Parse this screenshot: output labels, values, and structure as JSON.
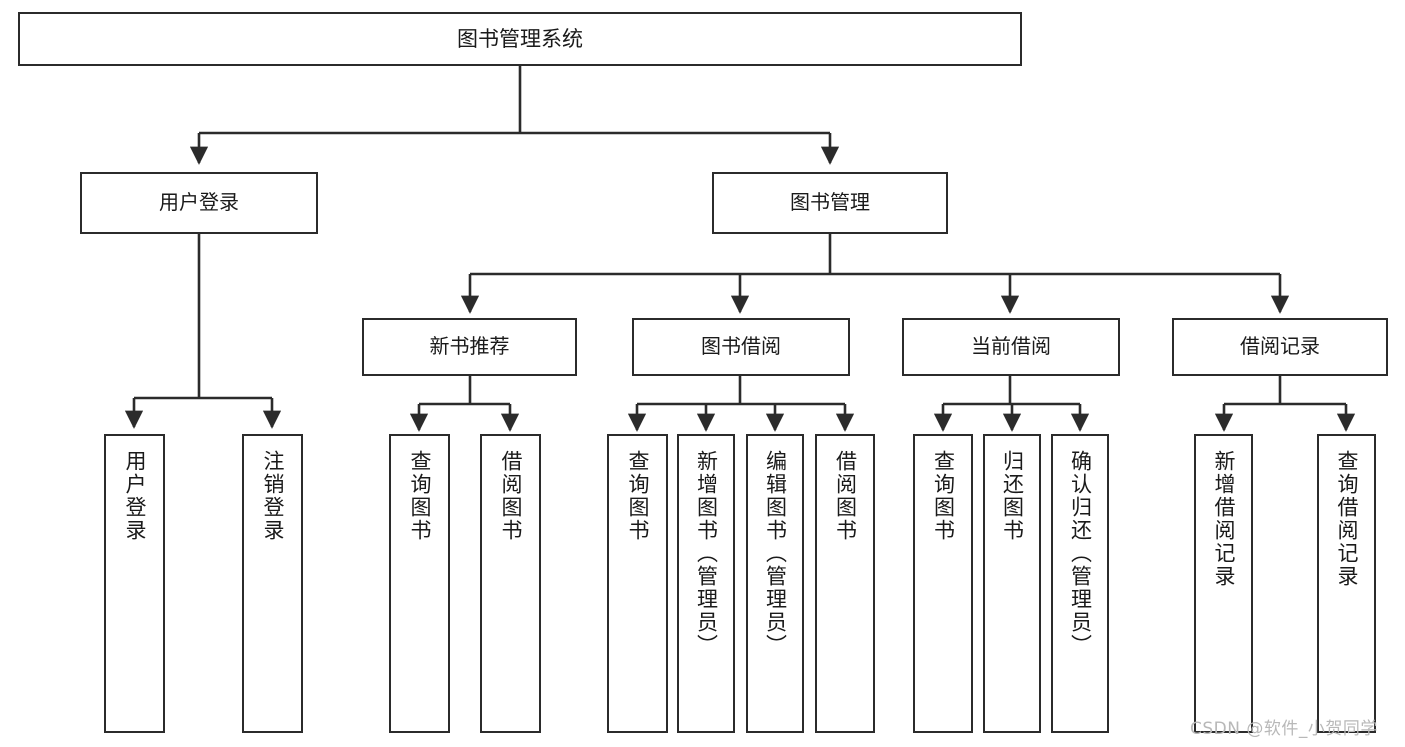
{
  "diagram": {
    "type": "tree-hierarchy-chart",
    "title": "图书管理系统",
    "root": {
      "label": "图书管理系统"
    },
    "level2": [
      {
        "label": "用户登录"
      },
      {
        "label": "图书管理"
      }
    ],
    "level3": [
      {
        "label": "新书推荐"
      },
      {
        "label": "图书借阅"
      },
      {
        "label": "当前借阅"
      },
      {
        "label": "借阅记录"
      }
    ],
    "leaves": {
      "user_login": [
        {
          "label": "用户登录"
        },
        {
          "label": "注销登录"
        }
      ],
      "new_book_recommend": [
        {
          "label": "查询图书"
        },
        {
          "label": "借阅图书"
        }
      ],
      "book_borrow": [
        {
          "label": "查询图书"
        },
        {
          "label": "新增图书（管理员）"
        },
        {
          "label": "编辑图书（管理员）"
        },
        {
          "label": "借阅图书"
        }
      ],
      "current_borrow": [
        {
          "label": "查询图书"
        },
        {
          "label": "归还图书"
        },
        {
          "label": "确认归还（管理员）"
        }
      ],
      "borrow_record": [
        {
          "label": "新增借阅记录"
        },
        {
          "label": "查询借阅记录"
        }
      ]
    }
  },
  "watermark": {
    "text": "CSDN @软件_小贺同学"
  },
  "colors": {
    "stroke": "#2b2b2b",
    "background": "#ffffff",
    "text": "#1a1a1a",
    "watermark": "#b8b8b8"
  }
}
